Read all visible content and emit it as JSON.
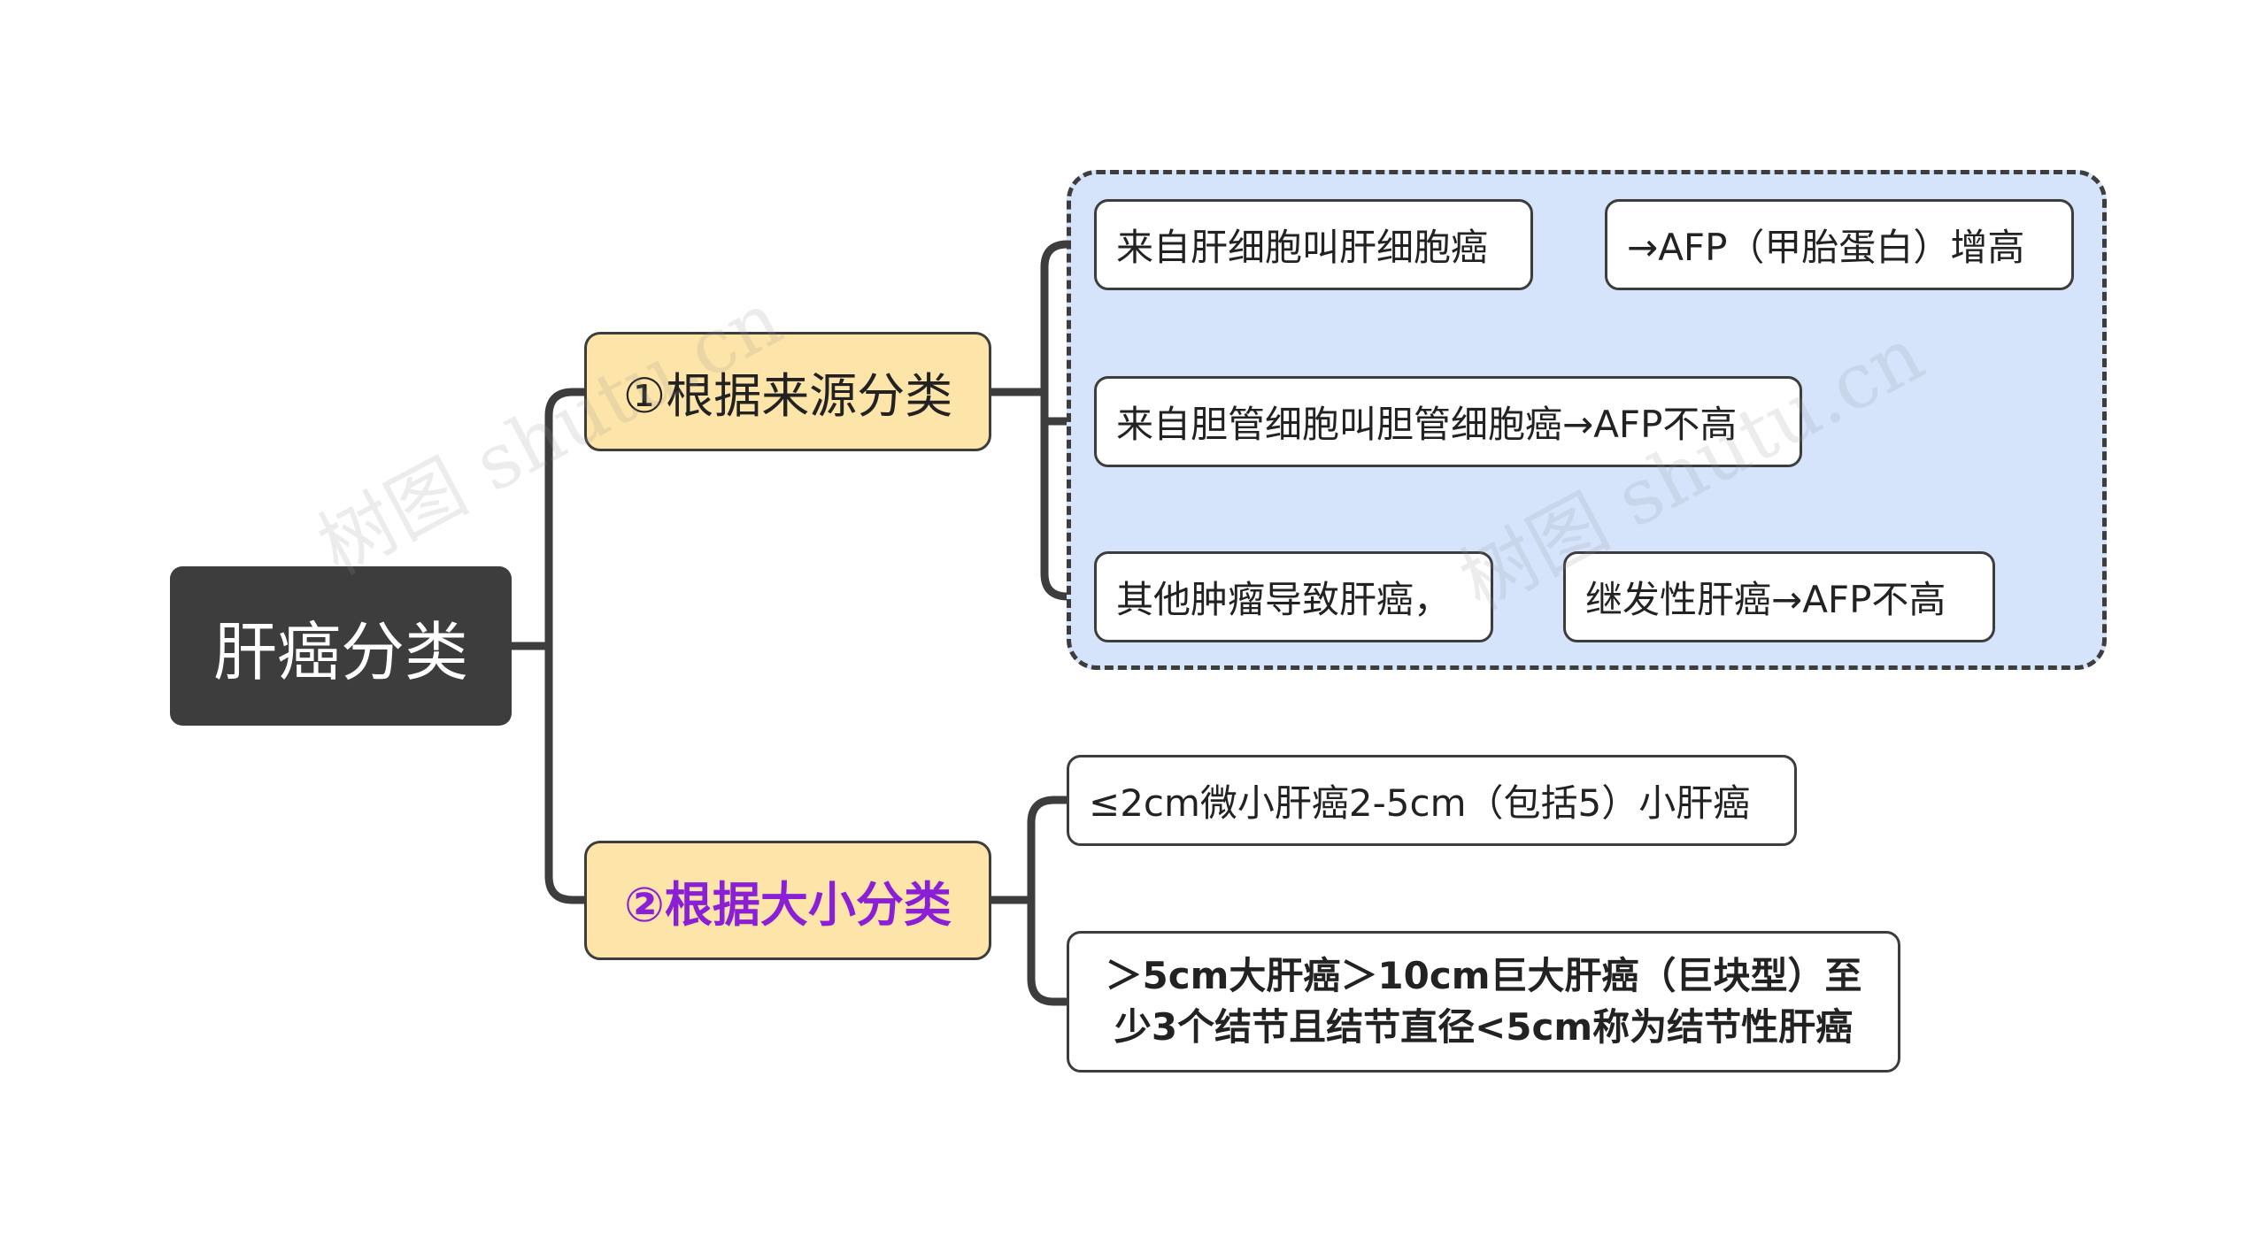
{
  "root": {
    "label": "肝癌分类"
  },
  "branches": [
    {
      "label": "①根据来源分类",
      "leaves": [
        {
          "label": "来自肝细胞叫肝细胞癌",
          "child": "→AFP（甲胎蛋白）增高"
        },
        {
          "label": "来自胆管细胞叫胆管细胞癌→AFP不高"
        },
        {
          "label": "其他肿瘤导致肝癌，",
          "child": "继发性肝癌→AFP不高"
        }
      ]
    },
    {
      "label": "②根据大小分类",
      "leaves": [
        {
          "label": "≤2cm微小肝癌2-5cm（包括5）小肝癌"
        },
        {
          "line1": "＞5cm大肝癌＞10cm巨大肝癌（巨块型）至",
          "line2": "少3个结节且结节直径<5cm称为结节性肝癌"
        }
      ]
    }
  ],
  "colors": {
    "root_bg": "#3d3d3d",
    "branch_bg": "#fde4a8",
    "group_bg": "#d5e3fb",
    "connector": "#3d3d3d",
    "highlight_text": "#8a1fd6"
  },
  "watermark": {
    "text": "树图 shutu.cn"
  }
}
